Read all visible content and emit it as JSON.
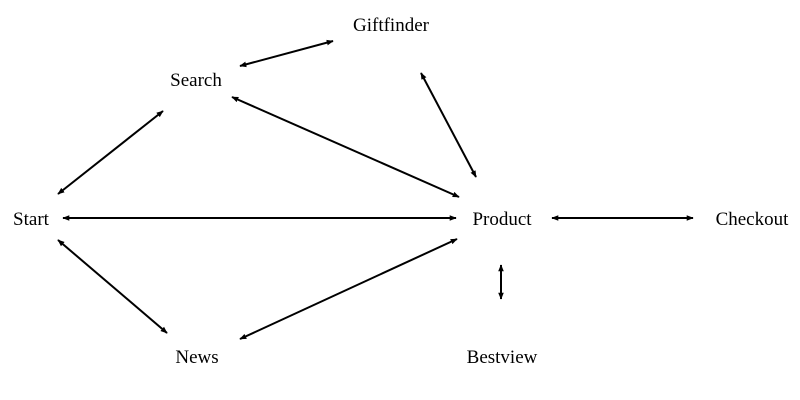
{
  "nodes": {
    "giftfinder": "Giftfinder",
    "search": "Search",
    "start": "Start",
    "product": "Product",
    "checkout": "Checkout",
    "news": "News",
    "bestview": "Bestview"
  },
  "edges": [
    {
      "from": "Search",
      "to": "Giftfinder",
      "direction": "bidirectional"
    },
    {
      "from": "Giftfinder",
      "to": "Product",
      "direction": "bidirectional"
    },
    {
      "from": "Search",
      "to": "Product",
      "direction": "bidirectional"
    },
    {
      "from": "Start",
      "to": "Search",
      "direction": "bidirectional"
    },
    {
      "from": "Start",
      "to": "Product",
      "direction": "bidirectional"
    },
    {
      "from": "Product",
      "to": "Checkout",
      "direction": "bidirectional"
    },
    {
      "from": "Start",
      "to": "News",
      "direction": "bidirectional"
    },
    {
      "from": "News",
      "to": "Product",
      "direction": "bidirectional"
    },
    {
      "from": "Product",
      "to": "Bestview",
      "direction": "bidirectional"
    }
  ],
  "colors": {
    "stroke": "#000000",
    "text": "#000000",
    "background": "#ffffff"
  }
}
